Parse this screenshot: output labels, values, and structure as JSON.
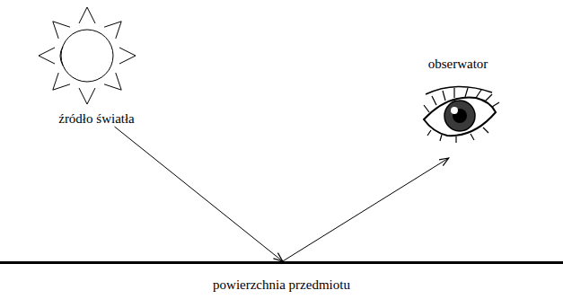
{
  "diagram": {
    "nodes": [
      {
        "text": [
          "źródło światła"
        ]
      },
      {
        "text": [
          "obserwator"
        ]
      },
      {
        "text": [
          "powierzchnia przedmiotu"
        ]
      }
    ],
    "edges": [
      {
        "from": 0,
        "to": 2,
        "arrow": "to"
      },
      {
        "from": 2,
        "to": 1,
        "arrow": "to"
      }
    ]
  }
}
